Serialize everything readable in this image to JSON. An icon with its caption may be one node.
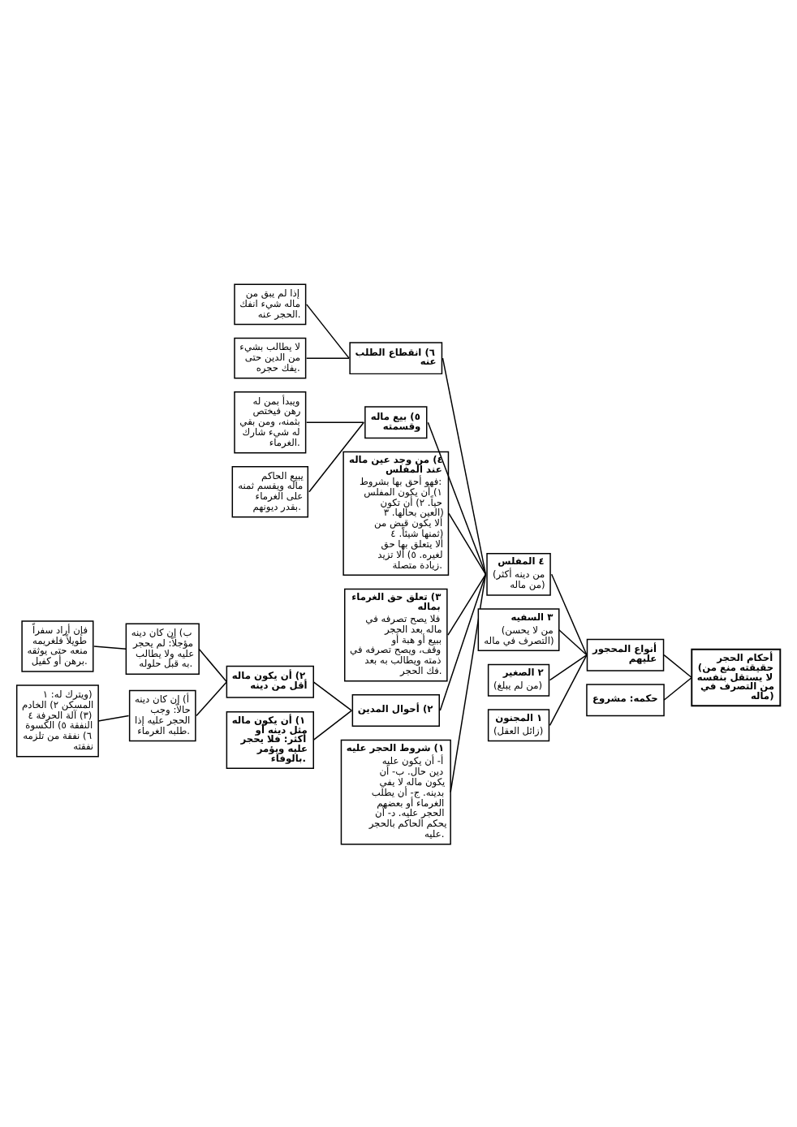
{
  "diagram": {
    "nodes": [
      {
        "text": [
          "أحكام الحجر (حقيقته منع من لا يستقل بنفسه من التصرف في ماله)"
        ]
      },
      {
        "text": [
          "حكمه: مشروع"
        ]
      },
      {
        "text": [
          "أنواع المحجور عليهم"
        ]
      },
      {
        "text": [
          "١ المجنون",
          "(زائل العقل)"
        ]
      },
      {
        "text": [
          "٢ الصغير",
          "(من لم يبلغ)"
        ]
      },
      {
        "text": [
          "٣ السفيه",
          "(من لا يحسن التصرف في ماله)"
        ]
      },
      {
        "text": [
          "٤ المفلس",
          "(من دينه أكثر من ماله)"
        ]
      },
      {
        "text": [
          "١) شروط الحجر عليه",
          "أ- أن يكون عليه دين حال. ب- أن يكون ماله لا يفي بدينه. ج- أن يطلب الغرماء أو بعضهم الحجر عليه. د- أن يحكم الحاكم بالحجر عليه."
        ]
      },
      {
        "text": [
          "٢) أحوال المدين"
        ]
      },
      {
        "text": [
          "٣) تعلق حق الغرماء بماله",
          "فلا يصح تصرفه في ماله بعد الحجر ببيع أو هبة أو وقف، ويصح تصرفه في ذمته ويطالب به بعد فك الحجر."
        ]
      },
      {
        "text": [
          "٤) من وجد عين ماله عند المفلس",
          "فهو أحق بها بشروط: ١) أن يكون المفلس حياً. ٢) أن تكون العين بحالها. ٣) ألا يكون قبض من ثمنها شيئاً. ٤) ألا يتعلق بها حق لغيره. ٥) ألا تزيد زيادة متصلة."
        ]
      },
      {
        "text": [
          "٥) بيع ماله وقسمته"
        ]
      },
      {
        "text": [
          "٦) انقطاع الطلب عنه"
        ]
      },
      {
        "text": [
          "١) أن يكون ماله مثل دينه أو أكثر: فلا يحجر عليه ويؤمر بالوفاء."
        ]
      },
      {
        "text": [
          "٢) أن يكون ماله أقل من دينه"
        ]
      },
      {
        "text": [
          "يبيع الحاكم ماله ويقسم ثمنه على الغرماء بقدر ديونهم."
        ]
      },
      {
        "text": [
          "ويبدأ بمن له رهن فيختص بثمنه، ومن بقي له شيء شارك الغرماء."
        ]
      },
      {
        "text": [
          "لا يطالب بشيء من الدين حتى يفك حجره."
        ]
      },
      {
        "text": [
          "إذا لم يبق من ماله شيء انفك الحجر عنه."
        ]
      },
      {
        "text": [
          "أ) إن كان دينه حالاً: وجب الحجر عليه إذا طلبه الغرماء."
        ]
      },
      {
        "text": [
          "ب) إن كان دينه مؤجلاً: لم يحجر عليه ولا يطالب به قبل حلوله."
        ]
      },
      {
        "text": [
          "ويترك له: ١) المسكن ٢) الخادم ٣) آلة الحرفة ٤) النفقة ٥) الكسوة ٦) نفقة من تلزمه نفقته"
        ]
      },
      {
        "text": [
          "فإن أراد سفراً طويلاً فلغريمه منعه حتى يوثقه برهن أو كفيل."
        ]
      }
    ],
    "edges": [
      {
        "from": 0,
        "to": 1,
        "arrow": "none"
      },
      {
        "from": 0,
        "to": 2,
        "arrow": "none"
      },
      {
        "from": 2,
        "to": 3,
        "arrow": "none"
      },
      {
        "from": 2,
        "to": 4,
        "arrow": "none"
      },
      {
        "from": 2,
        "to": 5,
        "arrow": "none"
      },
      {
        "from": 2,
        "to": 6,
        "arrow": "none"
      },
      {
        "from": 6,
        "to": 7,
        "arrow": "none"
      },
      {
        "from": 6,
        "to": 8,
        "arrow": "none"
      },
      {
        "from": 6,
        "to": 9,
        "arrow": "none"
      },
      {
        "from": 6,
        "to": 10,
        "arrow": "none"
      },
      {
        "from": 6,
        "to": 11,
        "arrow": "none"
      },
      {
        "from": 6,
        "to": 12,
        "arrow": "none"
      },
      {
        "from": 8,
        "to": 13,
        "arrow": "none"
      },
      {
        "from": 8,
        "to": 14,
        "arrow": "none"
      },
      {
        "from": 11,
        "to": 15,
        "arrow": "none"
      },
      {
        "from": 11,
        "to": 16,
        "arrow": "none"
      },
      {
        "from": 12,
        "to": 17,
        "arrow": "none"
      },
      {
        "from": 12,
        "to": 18,
        "arrow": "none"
      },
      {
        "from": 14,
        "to": 19,
        "arrow": "none"
      },
      {
        "from": 14,
        "to": 20,
        "arrow": "none"
      },
      {
        "from": 19,
        "to": 21,
        "arrow": "none"
      },
      {
        "from": 20,
        "to": 22,
        "arrow": "none"
      }
    ]
  }
}
